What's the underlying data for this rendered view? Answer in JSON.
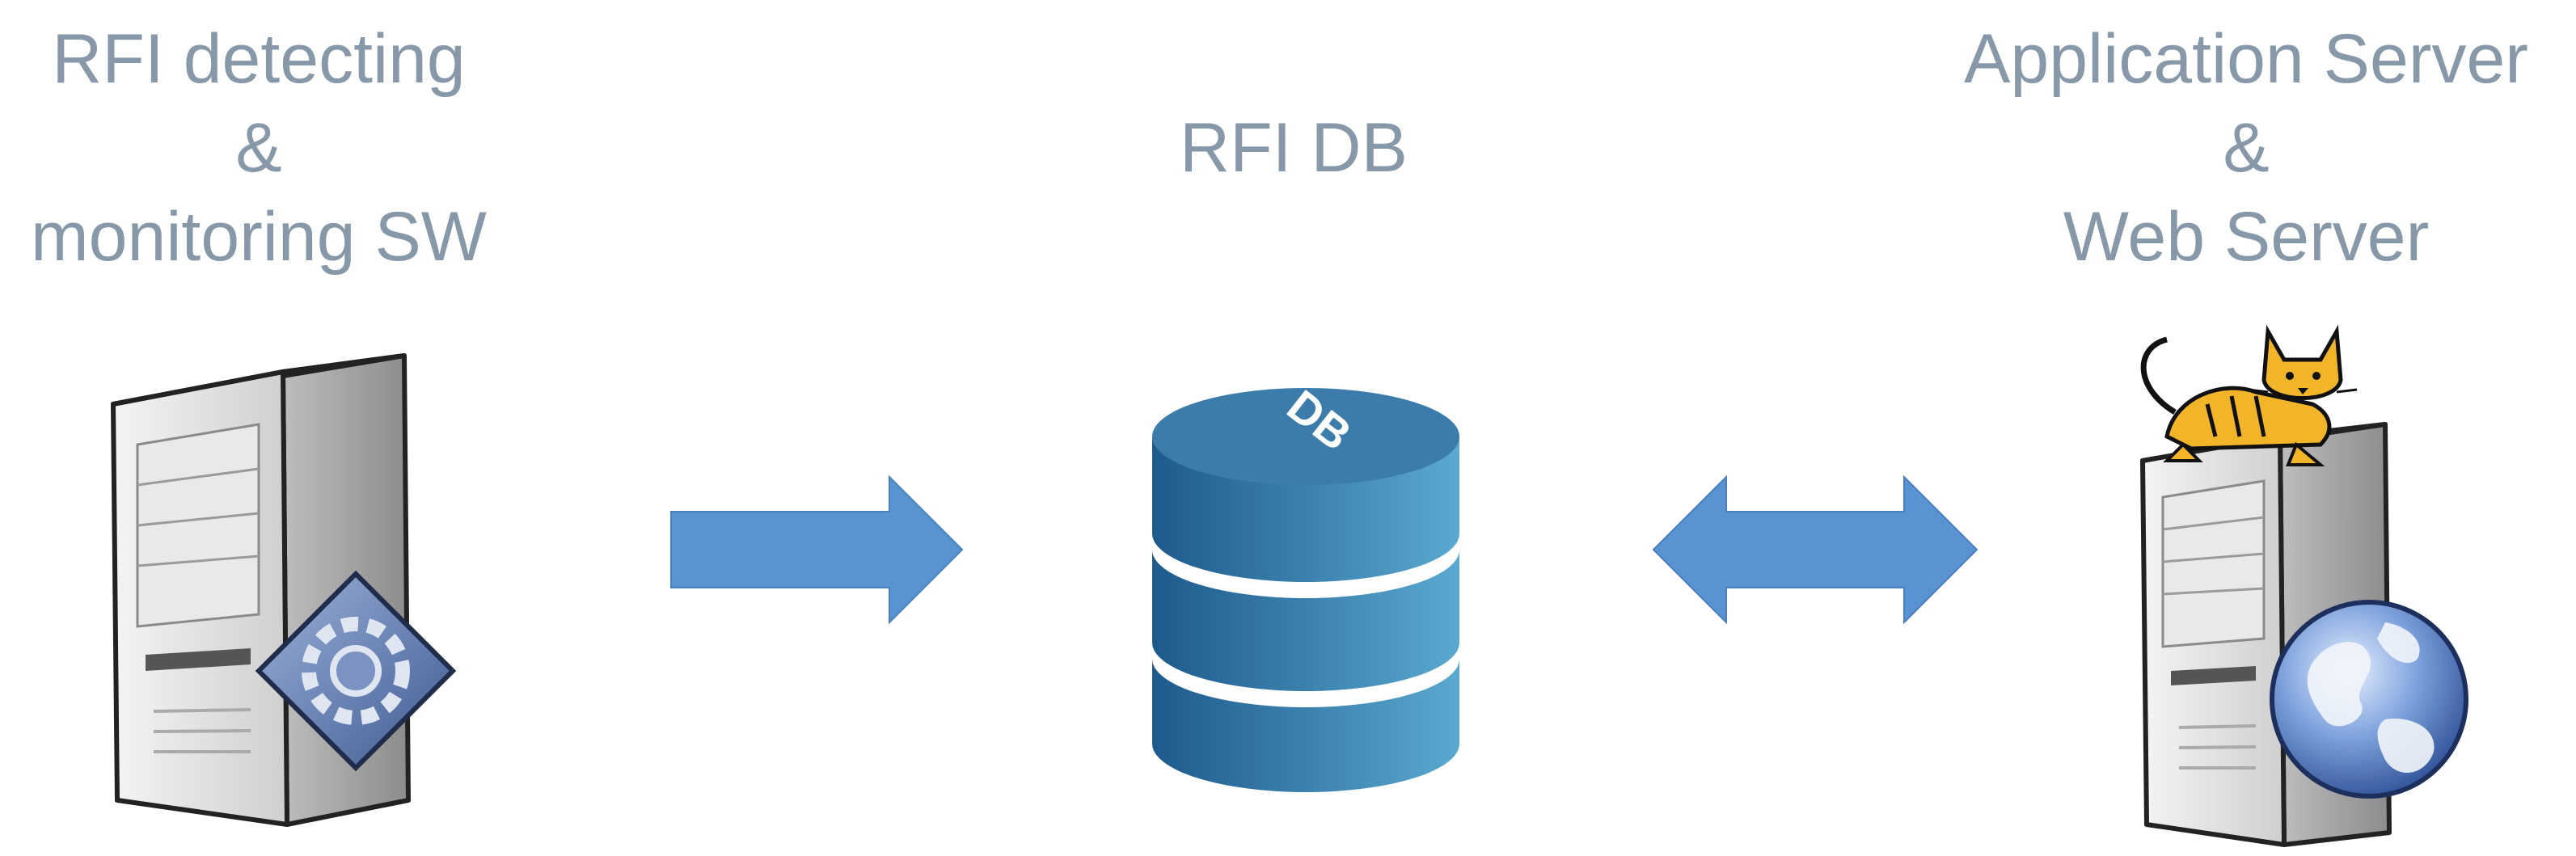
{
  "nodes": {
    "left": {
      "label_lines": [
        "RFI detecting",
        "&",
        "monitoring SW"
      ],
      "icons": [
        "server-tower-icon",
        "gear-badge-icon"
      ]
    },
    "center": {
      "label_lines": [
        "RFI DB"
      ],
      "db_text": "DB",
      "icons": [
        "database-cylinder-icon"
      ]
    },
    "right": {
      "label_lines": [
        "Application Server",
        "&",
        "Web Server"
      ],
      "icons": [
        "server-tower-icon",
        "tomcat-cat-icon",
        "globe-icon"
      ]
    }
  },
  "edges": [
    {
      "from": "left",
      "to": "center",
      "direction": "one-way",
      "icon": "arrow-right-icon"
    },
    {
      "from": "center",
      "to": "right",
      "direction": "two-way",
      "icon": "arrow-bidirectional-icon"
    }
  ],
  "colors": {
    "label_text": "#8798a8",
    "arrow_fill": "#5a93d1",
    "db_dark": "#1d5a8c",
    "db_light": "#5aa9d0",
    "server_body": "#e4e4e4",
    "globe_blue": "#3b66b2",
    "tomcat_yellow": "#f2b52a"
  }
}
